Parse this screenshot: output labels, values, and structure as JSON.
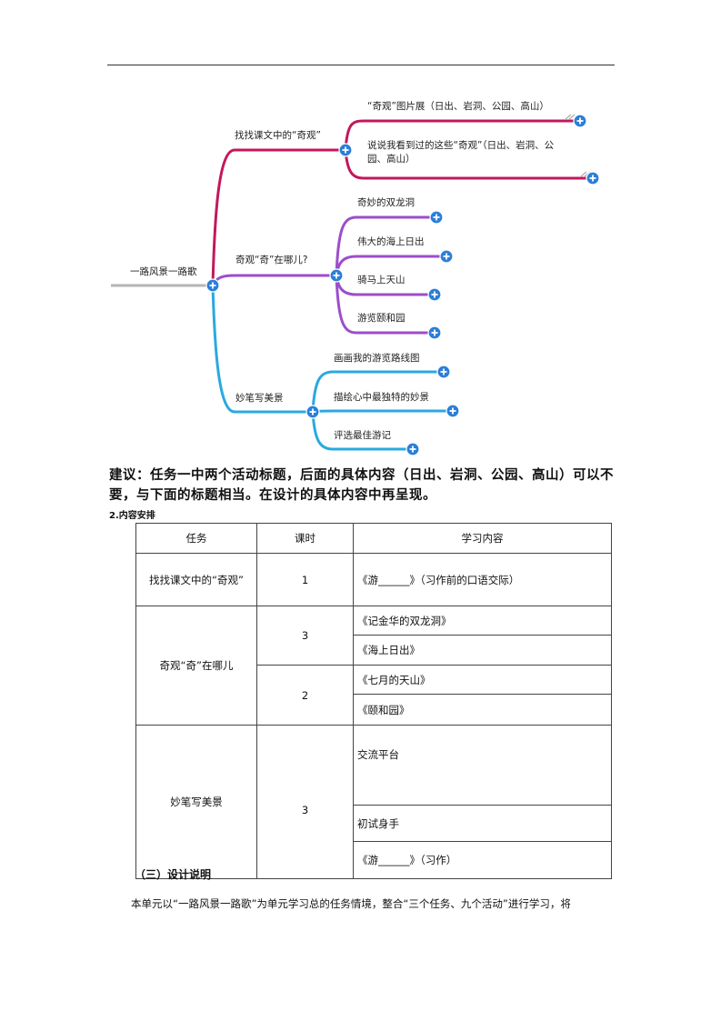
{
  "mindmap": {
    "root": "一路风景一路歌",
    "branches": [
      {
        "label": "找找课文中的“奇观”",
        "color": "#c2185b",
        "children": [
          {
            "label": "“奇观”图片展（日出、岩洞、公园、高山）"
          },
          {
            "label": "说说我看到过的这些“奇观”（日出、岩洞、公园、高山）",
            "line1": "说说我看到过的这些“奇观”（日出、岩洞、公",
            "line2": "园、高山）"
          }
        ]
      },
      {
        "label": "奇观“奇”在哪儿?",
        "color": "#9c4dcc",
        "children": [
          {
            "label": "奇妙的双龙洞"
          },
          {
            "label": "伟大的海上日出"
          },
          {
            "label": "骑马上天山"
          },
          {
            "label": "游览颐和园"
          }
        ]
      },
      {
        "label": "妙笔写美景",
        "color": "#29a9e0",
        "children": [
          {
            "label": "画画我的游览路线图"
          },
          {
            "label": "描绘心中最独特的妙景"
          },
          {
            "label": "评选最佳游记"
          }
        ]
      }
    ]
  },
  "suggestion": "建议：任务一中两个活动标题，后面的具体内容（日出、岩洞、公园、高山）可以不要，与下面的标题相当。在设计的具体内容中再呈现。",
  "section_heading": "2.内容安排",
  "table": {
    "headers": [
      "任务",
      "课时",
      "学习内容"
    ],
    "rows": [
      {
        "task": "找找课文中的“奇观”",
        "hours": "1",
        "content": "《游______》（习作前的口语交际）"
      },
      {
        "task": "奇观“奇”在哪儿",
        "hours_a": "3",
        "hours_b": "2",
        "contents": [
          "《记金华的双龙洞》",
          "《海上日出》",
          "《七月的天山》",
          "《颐和园》"
        ]
      },
      {
        "task": "妙笔写美景",
        "hours": "3",
        "contents": [
          "交流平台",
          "初试身手",
          "《游______》（习作）"
        ]
      }
    ]
  },
  "sub_heading": "（三）设计说明",
  "paragraph": "本单元以“一路风景一路歌”为单元学习总的任务情境，整合“三个任务、九个活动”进行学习，将"
}
